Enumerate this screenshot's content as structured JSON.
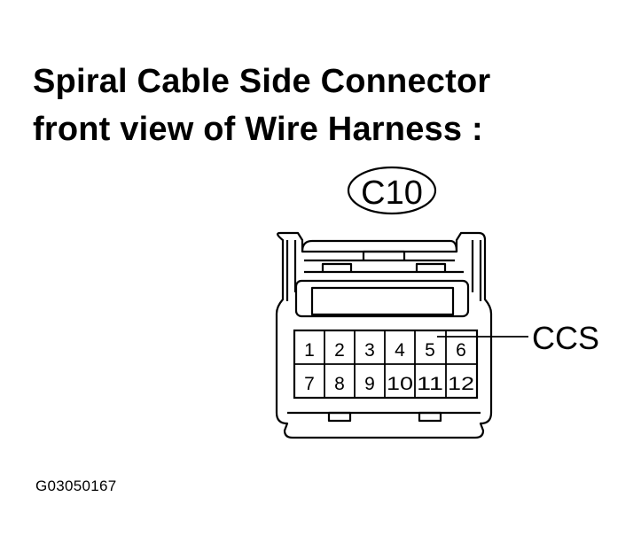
{
  "title": {
    "line1": "Spiral Cable Side Connector",
    "line2": "front view of Wire Harness :"
  },
  "connector": {
    "id": "C10",
    "terminal_label": "CCS",
    "pins_row1": [
      "1",
      "2",
      "3",
      "4",
      "5",
      "6"
    ],
    "pins_row2": [
      "7",
      "8",
      "9",
      "10",
      "11",
      "12"
    ]
  },
  "figure_code": "G03050167"
}
